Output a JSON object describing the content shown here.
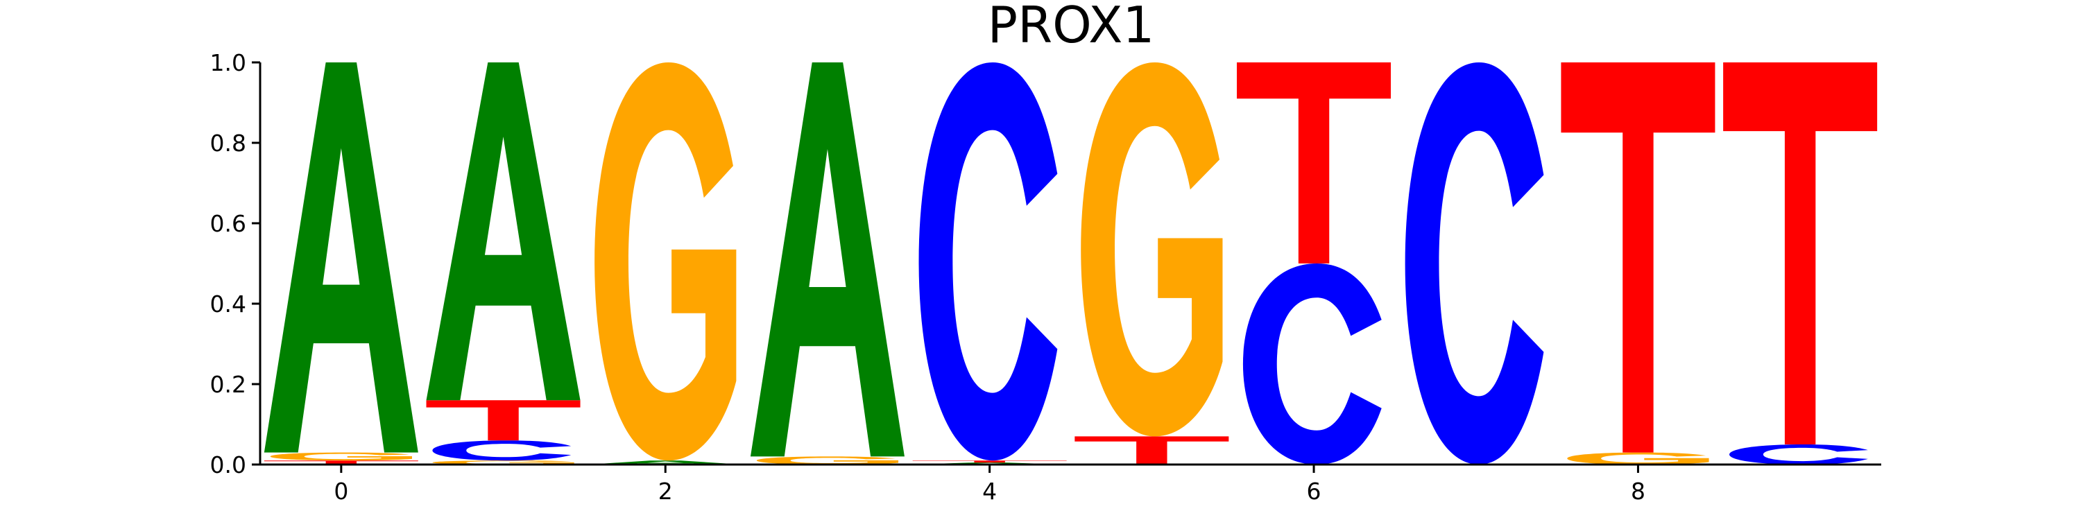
{
  "chart_data": {
    "type": "sequence_logo",
    "title": "PROX1",
    "xlabel": "",
    "ylabel": "",
    "ylim": [
      0.0,
      1.0
    ],
    "xlim": [
      -0.5,
      9.5
    ],
    "y_ticks": [
      "0.0",
      "0.2",
      "0.4",
      "0.6",
      "0.8",
      "1.0"
    ],
    "x_ticks": [
      "0",
      "2",
      "4",
      "6",
      "8"
    ],
    "x_tick_positions": [
      0,
      2,
      4,
      6,
      8
    ],
    "y_tick_values": [
      0.0,
      0.2,
      0.4,
      0.6,
      0.8,
      1.0
    ],
    "colors": {
      "A": "#008000",
      "C": "#0000ff",
      "G": "#ffa500",
      "T": "#ff0000"
    },
    "positions": [
      {
        "pos": 0,
        "letters": [
          {
            "base": "T",
            "value": 0.01
          },
          {
            "base": "G",
            "value": 0.02
          },
          {
            "base": "A",
            "value": 0.97
          }
        ]
      },
      {
        "pos": 1,
        "letters": [
          {
            "base": "G",
            "value": 0.01
          },
          {
            "base": "C",
            "value": 0.05
          },
          {
            "base": "T",
            "value": 0.1
          },
          {
            "base": "A",
            "value": 0.84
          }
        ]
      },
      {
        "pos": 2,
        "letters": [
          {
            "base": "A",
            "value": 0.01
          },
          {
            "base": "G",
            "value": 0.99
          }
        ]
      },
      {
        "pos": 3,
        "letters": [
          {
            "base": "G",
            "value": 0.02
          },
          {
            "base": "A",
            "value": 0.98
          }
        ]
      },
      {
        "pos": 4,
        "letters": [
          {
            "base": "A",
            "value": 0.005
          },
          {
            "base": "T",
            "value": 0.005
          },
          {
            "base": "C",
            "value": 0.99
          }
        ]
      },
      {
        "pos": 5,
        "letters": [
          {
            "base": "T",
            "value": 0.07
          },
          {
            "base": "G",
            "value": 0.93
          }
        ]
      },
      {
        "pos": 6,
        "letters": [
          {
            "base": "C",
            "value": 0.5
          },
          {
            "base": "T",
            "value": 0.5
          }
        ]
      },
      {
        "pos": 7,
        "letters": [
          {
            "base": "C",
            "value": 1.0
          }
        ]
      },
      {
        "pos": 8,
        "letters": [
          {
            "base": "G",
            "value": 0.03
          },
          {
            "base": "T",
            "value": 0.97
          }
        ]
      },
      {
        "pos": 9,
        "letters": [
          {
            "base": "C",
            "value": 0.05
          },
          {
            "base": "T",
            "value": 0.95
          }
        ]
      }
    ]
  }
}
